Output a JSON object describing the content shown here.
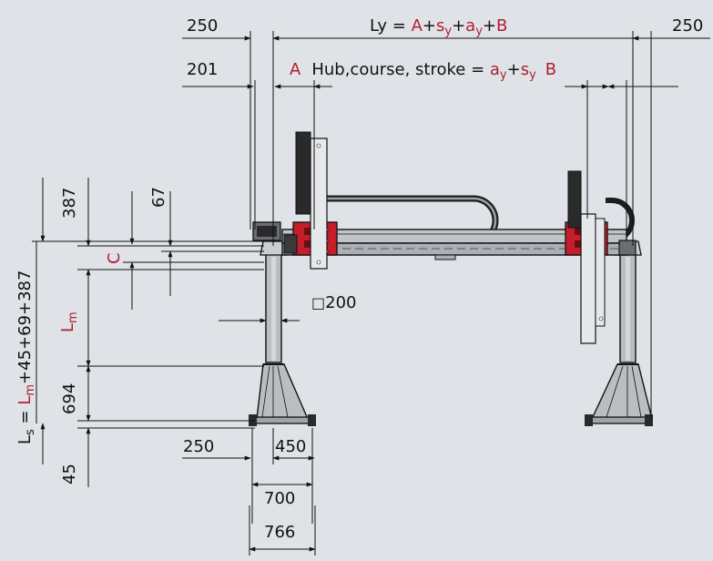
{
  "colors": {
    "background": "#dfe3e8",
    "line": "#111111",
    "accent": "#b01e2f",
    "machine_red": "#c41e2a",
    "dark": "#2a2a2a",
    "steel": "#b9bec3",
    "steel_light": "#c9ced2"
  },
  "top": {
    "left_250": "250",
    "right_250": "250",
    "ly_prefix": "Ly = ",
    "ly_A": "A",
    "ly_plus1": "+",
    "ly_sy_base": "s",
    "ly_sy_sub": "y",
    "ly_plus2": "+",
    "ly_ay_base": "a",
    "ly_ay_sub": "y",
    "ly_plus3": "+",
    "ly_B": "B",
    "label_201": "201",
    "stroke_A": "A",
    "stroke_text": "Hub,course, stroke = ",
    "stroke_ay_base": "a",
    "stroke_ay_sub": "y",
    "stroke_plus": "+",
    "stroke_sy_base": "s",
    "stroke_sy_sub": "y",
    "stroke_B": "B"
  },
  "left": {
    "ls_L": "L",
    "ls_sub": "s",
    "ls_eq": " = ",
    "ls_Lm_base": "L",
    "ls_Lm_sub": "m",
    "ls_tail": "+45+69+387",
    "d387": "387",
    "d67": "67",
    "C": "C",
    "lm_base": "L",
    "lm_sub": "m",
    "d694": "694",
    "d45": "45"
  },
  "bottom": {
    "square_symbol": "□",
    "d200": "200",
    "d250": "250",
    "d450": "450",
    "d700": "700",
    "d766": "766"
  }
}
